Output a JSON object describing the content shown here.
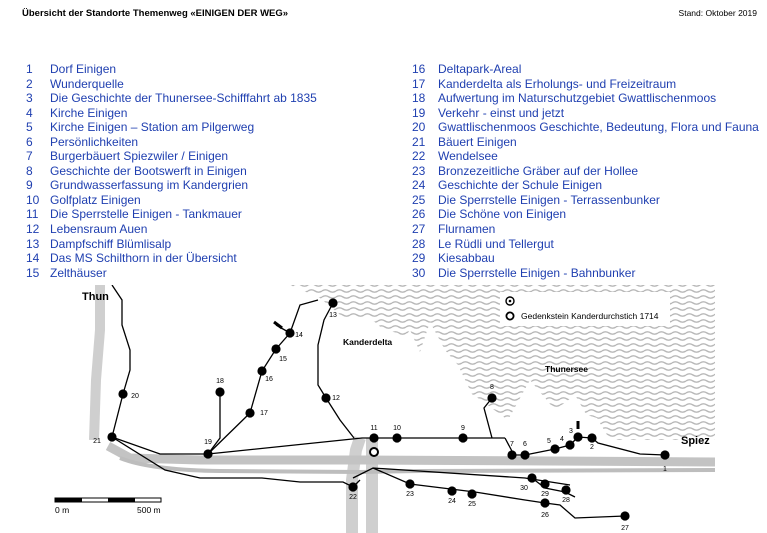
{
  "header": {
    "title": "Übersicht der Standorte Themenweg «EINIGEN DER WEG»",
    "date": "Stand: Oktober 2019"
  },
  "locations": [
    {
      "num": "1",
      "name": "Dorf Einigen"
    },
    {
      "num": "2",
      "name": "Wunderquelle"
    },
    {
      "num": "3",
      "name": "Die Geschichte der Thunersee-Schifffahrt ab 1835"
    },
    {
      "num": "4",
      "name": "Kirche Einigen"
    },
    {
      "num": "5",
      "name": "Kirche Einigen – Station am Pilgerweg"
    },
    {
      "num": "6",
      "name": "Persönlichkeiten"
    },
    {
      "num": "7",
      "name": "Burgerbäuert Spiezwiler / Einigen"
    },
    {
      "num": "8",
      "name": "Geschichte der Bootswerft in Einigen"
    },
    {
      "num": "9",
      "name": "Grundwasserfassung im Kandergrien"
    },
    {
      "num": "10",
      "name": "Golfplatz Einigen"
    },
    {
      "num": "11",
      "name": "Die Sperrstelle Einigen - Tankmauer"
    },
    {
      "num": "12",
      "name": "Lebensraum Auen"
    },
    {
      "num": "13",
      "name": "Dampfschiff Blümlisalp"
    },
    {
      "num": "14",
      "name": "Das MS Schilthorn in der Übersicht"
    },
    {
      "num": "15",
      "name": "Zelthäuser"
    },
    {
      "num": "16",
      "name": "Deltapark-Areal"
    },
    {
      "num": "17",
      "name": "Kanderdelta als Erholungs- und Freizeitraum"
    },
    {
      "num": "18",
      "name": "Aufwertung im Naturschutzgebiet Gwattlischenmoos"
    },
    {
      "num": "19",
      "name": "Verkehr - einst und jetzt"
    },
    {
      "num": "20",
      "name": "Gwattlischenmoos Geschichte, Bedeutung, Flora und Fauna"
    },
    {
      "num": "21",
      "name": "Bäuert Einigen"
    },
    {
      "num": "22",
      "name": "Wendelsee"
    },
    {
      "num": "23",
      "name": "Bronzezeitliche Gräber auf der Hollee"
    },
    {
      "num": "24",
      "name": "Geschichte der Schule Einigen"
    },
    {
      "num": "25",
      "name": "Die Sperrstelle Einigen - Terrassenbunker"
    },
    {
      "num": "26",
      "name": "Die Schöne von Einigen"
    },
    {
      "num": "27",
      "name": "Flurnamen"
    },
    {
      "num": "28",
      "name": "Le Rüdli und Tellergut"
    },
    {
      "num": "29",
      "name": "Kiesabbau"
    },
    {
      "num": "30",
      "name": "Die Sperrstelle Einigen - Bahnbunker"
    }
  ],
  "map": {
    "labels": {
      "thun": "Thun",
      "spiez": "Spiez",
      "kanderdelta": "Kanderdelta",
      "thunersee": "Thunersee"
    },
    "legend": {
      "memorial": "Gedenkstein Kanderdurchstich 1714"
    },
    "scale": {
      "start": "0 m",
      "end": "500 m"
    },
    "colors": {
      "lake": "#d6d6d6",
      "road": "#c3c3c3",
      "path": "#000000",
      "text_list": "#1f3fb0"
    }
  }
}
